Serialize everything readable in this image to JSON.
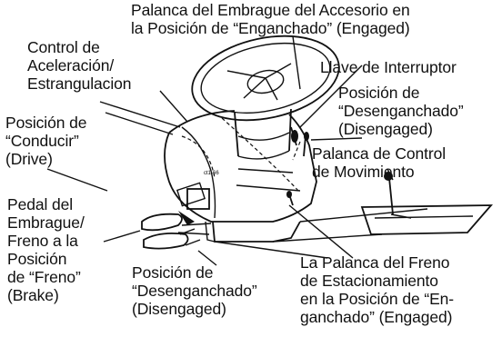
{
  "labels": {
    "attachment_clutch_engaged": "Palanca del Embrague del Accesorio en\nla Posición de “Enganchado” (Engaged)",
    "throttle_choke": "Control de\nAceleración/\nEstrangulacion",
    "ignition_key": "Llave de Interruptor",
    "disengaged_position_right": "Posición de\n“Desenganchado”\n(Disengaged)",
    "drive_position": "Posición de\n“Conducir”\n(Drive)",
    "motion_control_lever": "Palanca de Control\nde Movimiento",
    "clutch_brake_pedal": "Pedal del\nEmbrague/\nFreno a la\nPosición\nde “Freno”\n(Brake)",
    "disengaged_position_bottom": "Posición de\n“Desenganchado”\n(Disengaged)",
    "parking_brake_engaged": "La Palanca del Freno\nde Estacionamiento\nen la Posición de “En-\nganchado” (Engaged)"
  },
  "figure_code": "ct1-66"
}
